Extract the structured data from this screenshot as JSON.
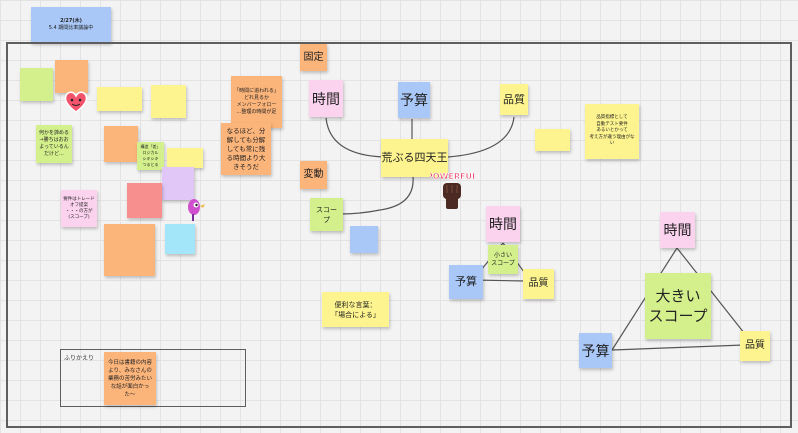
{
  "header_note": {
    "line1": "2/27(木)",
    "line2": "5.4 期間比率議論中"
  },
  "notes": {
    "fixed": "固定",
    "variable": "変動",
    "time_top": "時間",
    "budget_top": "予算",
    "quality_top": "品質",
    "center": "荒ぶる四天王",
    "scope": "スコープ",
    "time_small": "時間",
    "budget_small": "予算",
    "quality_small": "品質",
    "small_scope": "小さい\nスコープ",
    "time_big": "時間",
    "budget_big": "予算",
    "quality_big": "品質",
    "big_scope": "大きい\nスコープ",
    "useful_words": "便利な言葉：\n「場合による」",
    "split_note": "なるほど、分解しても分解しても常に残る時間より大きそうだ",
    "orange_detail": "「時間に追われる」\nどれ見るか\nメンバーフォロー\n...整理の時間が足",
    "green_left": "何かを諦める\n→勝ちはおおよっているんだけど...",
    "green_small": "構造「差」\nロジカル\nシキシキ\nつるとる",
    "red_note": "要件はトレードオフ提案\n・・・の方が\n(スコープ)",
    "right_yellow": "品質指標として\n自動テスト要件\nあるいとかって\n考え方が違う理由がない",
    "retro_label": "ふりかえり",
    "retro_note": "今日は書籍の内容より、みなさんの業務の苦労みたいな話が面白かった〜"
  },
  "stickers": {
    "powerful": "POWERFUL"
  },
  "icons": [
    "heart-face-icon",
    "fist-icon",
    "pink-character-icon"
  ]
}
